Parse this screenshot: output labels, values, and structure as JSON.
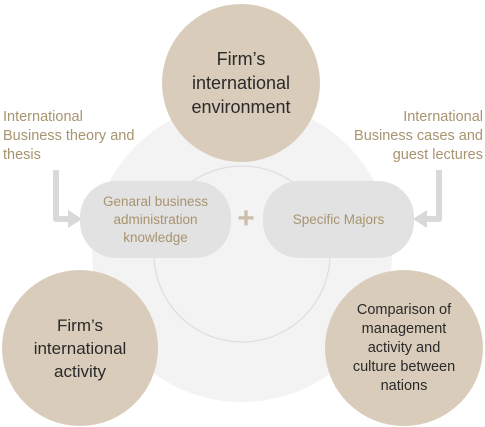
{
  "diagram": {
    "top_circle": "Firm’s\ninternational\nenvironment",
    "left_circle": "Firm’s\ninternational\nactivity",
    "right_circle": "Comparison of\nmanagement\nactivity and\nculture between\nnations",
    "left_pill": "Genaral business\nadministration\nknowledge",
    "right_pill": "Specific Majors",
    "plus_symbol": "+",
    "left_note": "International\nBusiness theory and\nthesis",
    "right_note": "International\nBusiness cases and\nguest lectures"
  },
  "colors": {
    "circle_fill": "#d9ccba",
    "pill_fill": "#e2e2e2",
    "accent_text": "#a7946f",
    "background_disc": "#f3f3f3",
    "inner_ring": "#dddddd",
    "arrow": "#d9d9d9"
  }
}
